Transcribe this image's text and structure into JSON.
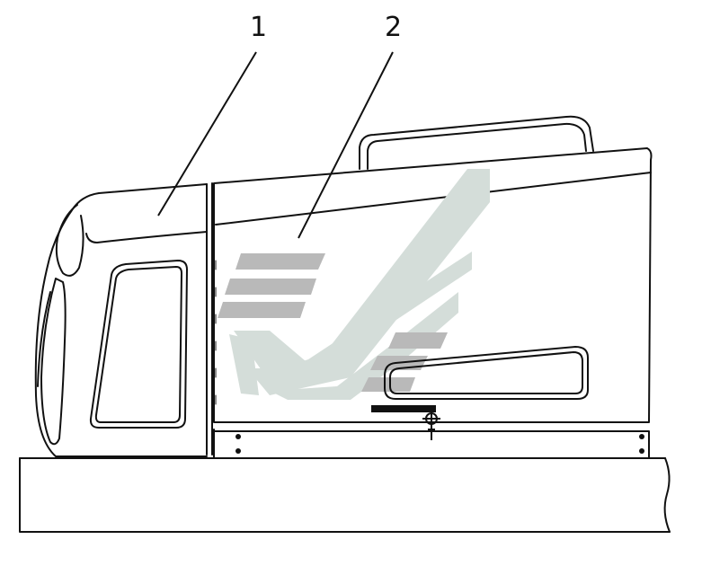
{
  "callouts": [
    {
      "id": "1",
      "text": "1"
    },
    {
      "id": "2",
      "text": "2"
    }
  ],
  "colors": {
    "line": "#111111",
    "logo": "#d4ddd9",
    "stripes": "#b9b9b9",
    "background": "#ffffff"
  }
}
